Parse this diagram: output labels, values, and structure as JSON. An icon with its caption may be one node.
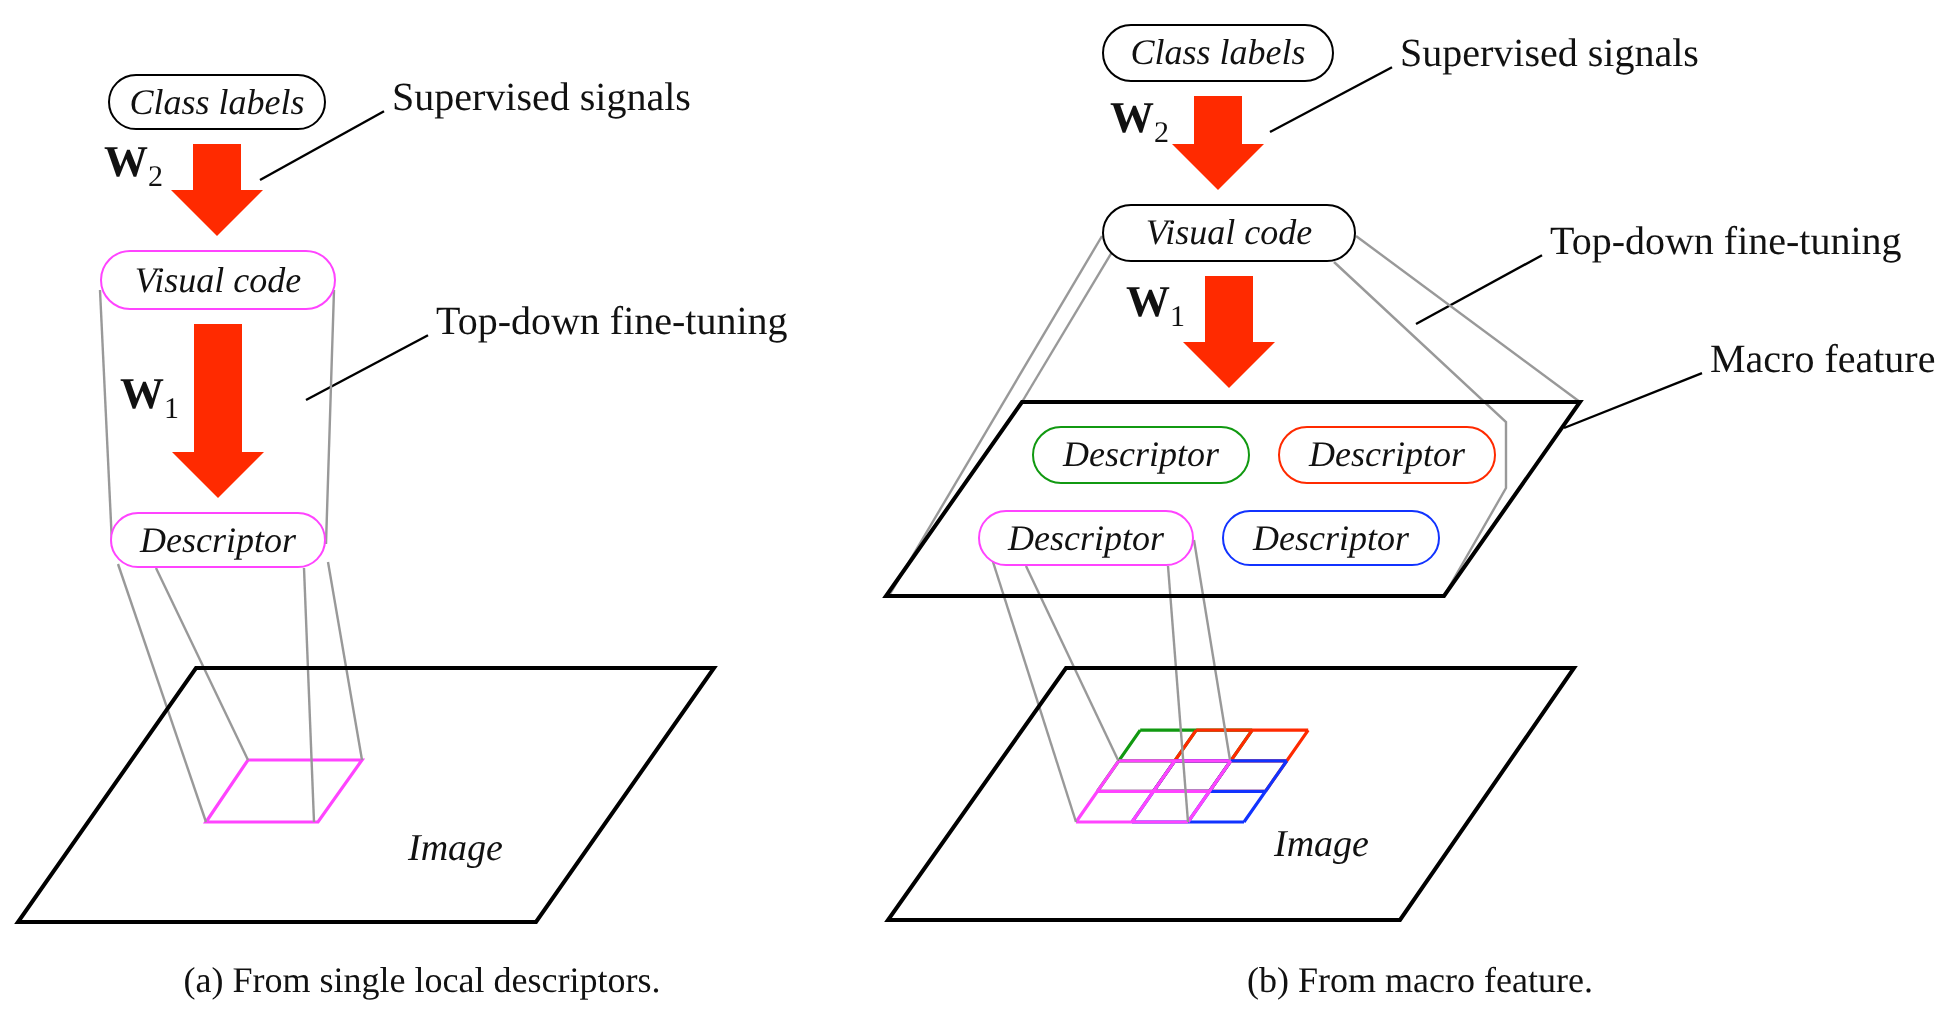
{
  "diagram": {
    "nodes": [
      {
        "text": [
          "Class labels"
        ]
      },
      {
        "text": [
          "Visual code"
        ]
      },
      {
        "text": [
          "Descriptor"
        ]
      },
      {
        "text": [
          "Supervised signals"
        ]
      },
      {
        "text": [
          "Top-down fine-tuning"
        ]
      },
      {
        "text": [
          "Image"
        ]
      },
      {
        "text": [
          "Class labels"
        ]
      },
      {
        "text": [
          "Visual code"
        ]
      },
      {
        "text": [
          "Supervised signals"
        ]
      },
      {
        "text": [
          "Top-down fine-tuning"
        ]
      },
      {
        "text": [
          "Macro feature"
        ]
      },
      {
        "text": [],
        "shape": "parallelogram"
      },
      {
        "text": [
          "Descriptor"
        ],
        "in": 11
      },
      {
        "text": [
          "Descriptor"
        ],
        "in": 11
      },
      {
        "text": [
          "Descriptor"
        ],
        "in": 11
      },
      {
        "text": [
          "Descriptor"
        ],
        "in": 11
      },
      {
        "text": [
          "Image"
        ]
      }
    ],
    "edges": [
      {
        "from": 0,
        "to": 1,
        "arrow": "to",
        "label": "**W**$_{2}$",
        "style": "thick",
        "color": "#ff2a00"
      },
      {
        "from": 1,
        "to": 2,
        "arrow": "to",
        "label": "**W**$_{1}$",
        "style": "thick",
        "color": "#ff2a00"
      },
      {
        "from": 3,
        "to": null,
        "arrow": "none",
        "color": "#000000"
      },
      {
        "from": 4,
        "to": null,
        "arrow": "none",
        "color": "#000000"
      },
      {
        "from": 6,
        "to": 7,
        "arrow": "to",
        "label": "**W**$_{2}$",
        "style": "thick",
        "color": "#ff2a00"
      },
      {
        "from": 7,
        "to": 11,
        "arrow": "to",
        "label": "**W**$_{1}$",
        "style": "thick",
        "color": "#ff2a00"
      },
      {
        "from": 8,
        "to": null,
        "arrow": "none",
        "color": "#000000"
      },
      {
        "from": 9,
        "to": null,
        "arrow": "none",
        "color": "#000000"
      },
      {
        "from": 10,
        "to": 11,
        "arrow": "none",
        "color": "#000000"
      },
      {
        "from": 1,
        "to": 2,
        "arrow": "none"
      },
      {
        "from": 1,
        "to": 2,
        "arrow": "none"
      },
      {
        "from": 2,
        "to": 5,
        "arrow": "none"
      },
      {
        "from": 2,
        "to": 5,
        "arrow": "none"
      },
      {
        "from": 2,
        "to": 5,
        "arrow": "none"
      },
      {
        "from": 2,
        "to": 5,
        "arrow": "none"
      },
      {
        "from": 7,
        "to": 11,
        "arrow": "none"
      },
      {
        "from": 7,
        "to": 11,
        "arrow": "none"
      },
      {
        "from": 7,
        "to": 11,
        "arrow": "none"
      },
      {
        "from": 7,
        "to": 11,
        "arrow": "none"
      },
      {
        "from": 14,
        "to": 16,
        "arrow": "none"
      },
      {
        "from": 14,
        "to": 16,
        "arrow": "none"
      },
      {
        "from": 14,
        "to": 16,
        "arrow": "none"
      },
      {
        "from": 14,
        "to": 16,
        "arrow": "none"
      }
    ],
    "labels": [
      "(a) From single local descriptors.",
      "(b) From macro feature."
    ]
  }
}
